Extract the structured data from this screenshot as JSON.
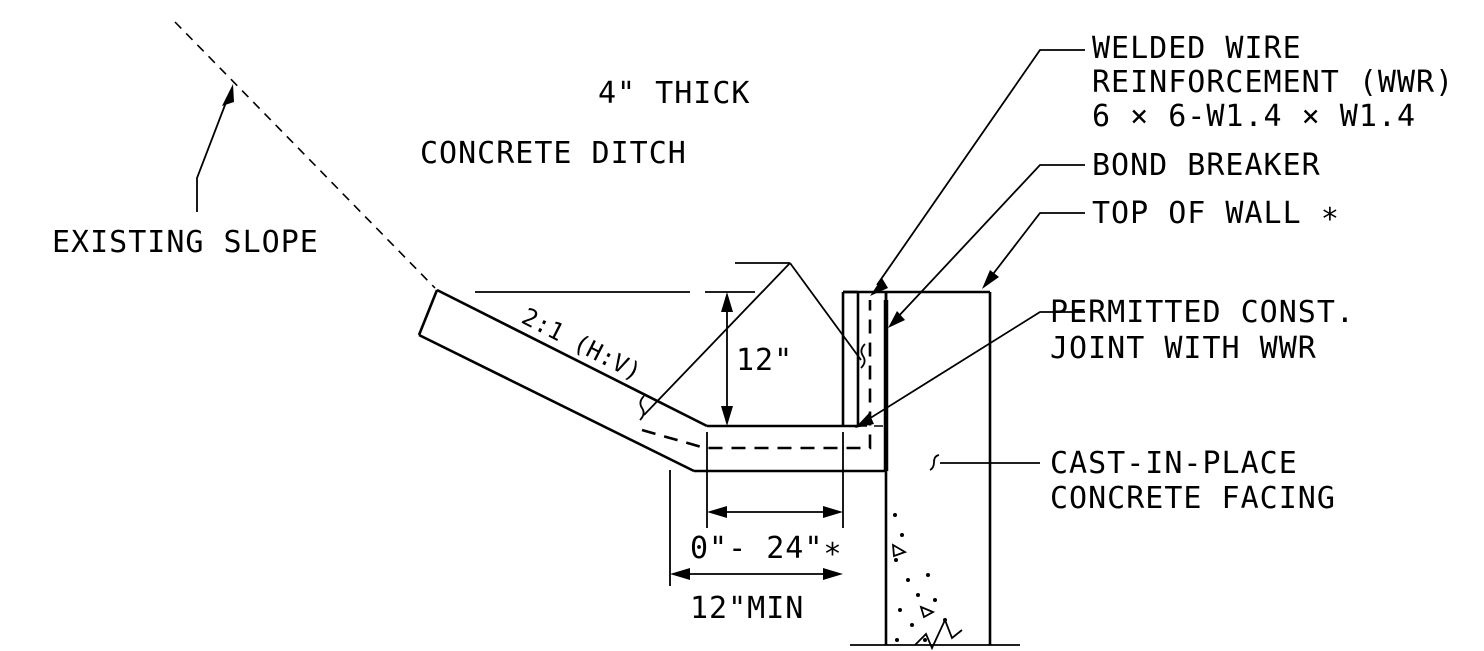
{
  "labels": {
    "existing_slope": "EXISTING SLOPE",
    "ditch_line1": "4\" THICK",
    "ditch_line2": "CONCRETE DITCH",
    "wwr_line1": "WELDED WIRE",
    "wwr_line2": "REINFORCEMENT (WWR)",
    "wwr_line3": "6 × 6-W1.4 × W1.4",
    "bond_breaker": "BOND BREAKER",
    "top_of_wall": "TOP OF WALL ∗",
    "joint_line1": "PERMITTED CONST.",
    "joint_line2": "JOINT WITH WWR",
    "facing_line1": "CAST-IN-PLACE",
    "facing_line2": "CONCRETE FACING",
    "slope_ratio": "2:1 (H:V)",
    "depth_dim": "12\"",
    "width_dim": "0\"- 24\"∗",
    "min_dim": "12\"MIN"
  }
}
